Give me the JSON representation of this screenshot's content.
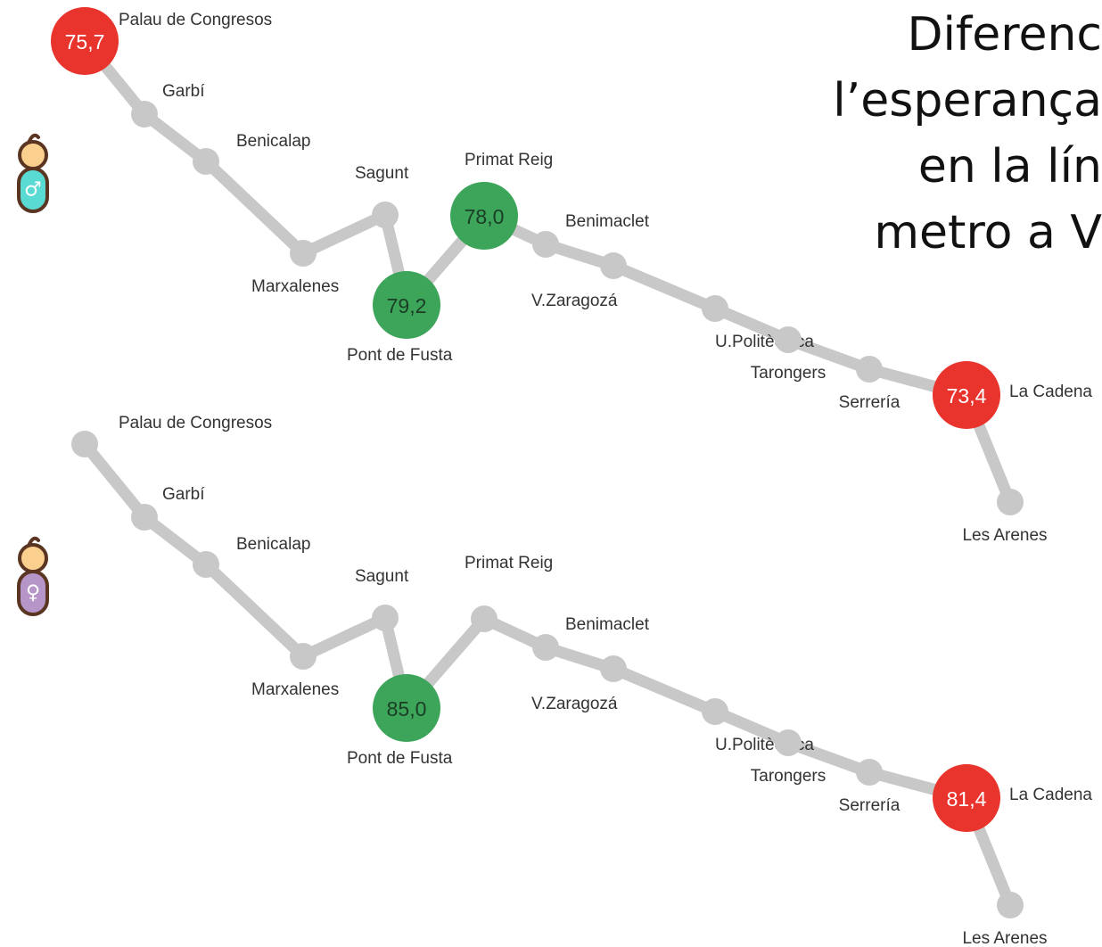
{
  "title": {
    "lines": [
      "Diferenc",
      "l’esperança",
      "en la lín",
      "metro a V"
    ]
  },
  "colors": {
    "line": "#c8c8c8",
    "station": "#c8c8c8",
    "low": "#e8342c",
    "high": "#3ca55a",
    "male_accent": "#59dbd3",
    "female_accent": "#b695c9",
    "skin": "#fbd08f",
    "outline": "#5a3522"
  },
  "stations": [
    "Palau de Congresos",
    "Garbí",
    "Benicalap",
    "Marxalenes",
    "Sagunt",
    "Pont de Fusta",
    "Primat Reig",
    "Benimaclet",
    "V.Zaragozá",
    "U.Politècnica",
    "Tarongers",
    "Serrería",
    "La Cadena",
    "Les Arenes"
  ],
  "panels": [
    {
      "sex": "male",
      "icon": "male-baby-icon",
      "symbol": "♂",
      "highlights": [
        {
          "station": "Palau de Congresos",
          "value": "75,7",
          "level": "low"
        },
        {
          "station": "Pont de Fusta",
          "value": "79,2",
          "level": "high"
        },
        {
          "station": "Primat Reig",
          "value": "78,0",
          "level": "high"
        },
        {
          "station": "La Cadena",
          "value": "73,4",
          "level": "low"
        }
      ]
    },
    {
      "sex": "female",
      "icon": "female-baby-icon",
      "symbol": "♀",
      "highlights": [
        {
          "station": "Pont de Fusta",
          "value": "85,0",
          "level": "high"
        },
        {
          "station": "La Cadena",
          "value": "81,4",
          "level": "low"
        }
      ]
    }
  ]
}
